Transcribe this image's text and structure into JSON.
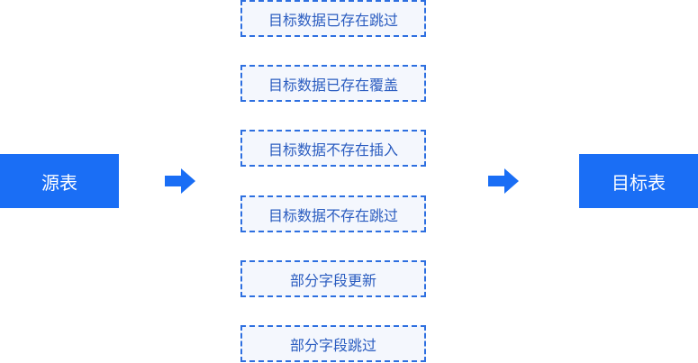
{
  "source_label": "源表",
  "target_label": "目标表",
  "options": [
    "目标数据已存在跳过",
    "目标数据已存在覆盖",
    "目标数据不存在插入",
    "目标数据不存在跳过",
    "部分字段更新",
    "部分字段跳过"
  ],
  "colors": {
    "primary": "#1a6ef5",
    "dashed_border": "#2d6fe0",
    "option_background": "#f4f7fd",
    "option_text": "#2a5cc0"
  }
}
